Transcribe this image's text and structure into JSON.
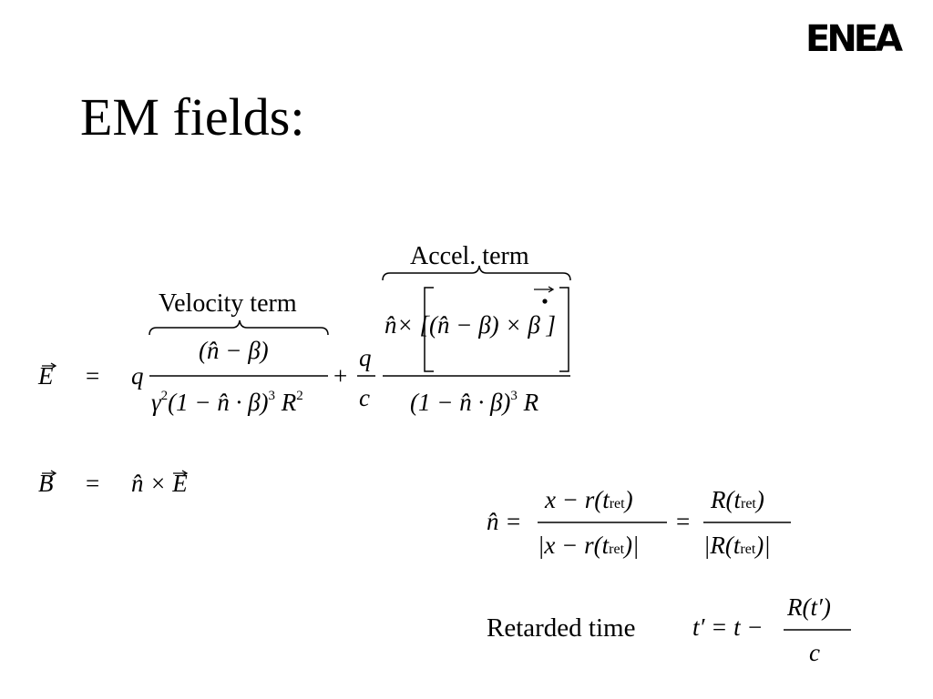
{
  "slide": {
    "title": "EM fields:",
    "logo": "ENEA"
  },
  "labels": {
    "velocity_term": "Velocity term",
    "accel_term": "Accel. term",
    "retarded_time": "Retarded time"
  },
  "equation_E": {
    "lhs": "E",
    "eq": "=",
    "q": "q",
    "vel_numerator": "(n̂ − β)",
    "vel_denominator_main": "γ",
    "vel_denominator_sq": "2",
    "vel_denominator_paren": "(1 − n̂ · β)",
    "vel_denominator_cube": "3",
    "vel_denominator_R": "R",
    "vel_denominator_R_sq": "2",
    "plus": "+",
    "q_over_c_num": "q",
    "q_over_c_den": "c",
    "acc_numerator": "n̂× [(n̂ − β) × β ]",
    "acc_denominator_paren": "(1 − n̂ · β)",
    "acc_denominator_cube": "3",
    "acc_denominator_R": "R"
  },
  "equation_B": {
    "lhs": "B",
    "eq": "=",
    "rhs": "n̂ × E"
  },
  "equation_n": {
    "lhs": "n̂ =",
    "num1": "x − r(t",
    "num1_sub": "ret",
    "num1_close": ")",
    "den1": "|x − r(t",
    "den1_sub": "ret",
    "den1_close": ")|",
    "eq2": "=",
    "num2": "R(t",
    "num2_sub": "ret",
    "num2_close": ")",
    "den2": "|R(t",
    "den2_sub": "ret",
    "den2_close": ")|"
  },
  "equation_t": {
    "lhs": "t′ = t −",
    "num": "R(t′)",
    "den": "c"
  }
}
